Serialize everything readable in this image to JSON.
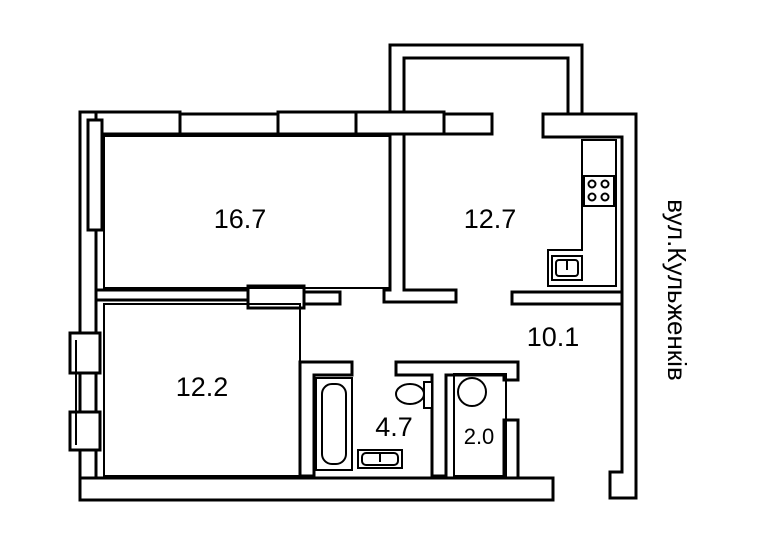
{
  "rooms": [
    {
      "id": "room-a",
      "area": "16.7"
    },
    {
      "id": "kitchen",
      "area": "12.7"
    },
    {
      "id": "hall",
      "area": "10.1"
    },
    {
      "id": "room-b",
      "area": "12.2"
    },
    {
      "id": "bathroom",
      "area": "4.7"
    },
    {
      "id": "wc",
      "area": "2.0"
    }
  ],
  "street_label": "вул.Кульженків"
}
